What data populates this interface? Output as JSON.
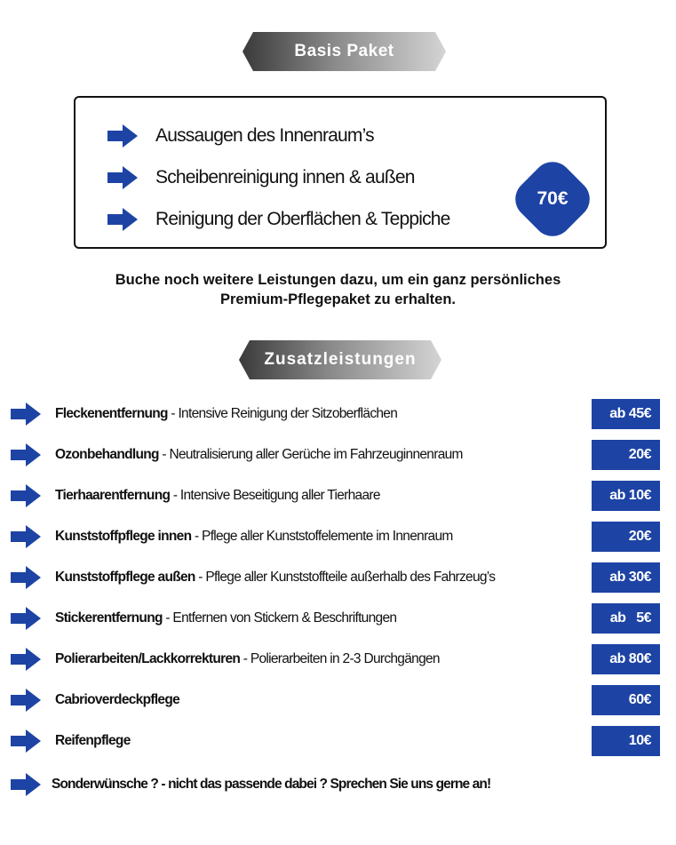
{
  "basis": {
    "title": "Basis Paket",
    "items": [
      "Aussaugen des Innenraum’s",
      "Scheibenreinigung innen & außen",
      "Reinigung der Oberflächen & Teppiche"
    ],
    "price": "70€"
  },
  "promo": {
    "line1": "Buche noch weitere Leistungen dazu, um ein ganz persönliches",
    "line2": "Premium-Pflegepaket zu erhalten."
  },
  "zusatz": {
    "title": "Zusatzleistungen",
    "items": [
      {
        "name": "Fleckenentfernung",
        "detail": " - Intensive Reinigung der Sitzoberflächen",
        "price": "ab 45€"
      },
      {
        "name": "Ozonbehandlung",
        "detail": " - Neutralisierung aller Gerüche im Fahrzeuginnenraum",
        "price": "20€"
      },
      {
        "name": "Tierhaarentfernung",
        "detail": "  - Intensive Beseitigung aller Tierhaare",
        "price": "ab 10€"
      },
      {
        "name": "Kunststoffpflege innen",
        "detail": " -  Pflege aller Kunststoffelemente  im Innenraum",
        "price": "20€"
      },
      {
        "name": "Kunststoffpflege außen",
        "detail": " - Pflege aller Kunststoffteile außerhalb des Fahrzeug’s",
        "price": "ab 30€"
      },
      {
        "name": "Stickerentfernung",
        "detail": " - Entfernen von Stickern & Beschriftungen",
        "price": "ab   5€"
      },
      {
        "name": "Polierarbeiten/Lackkorrekturen",
        "detail": " - Polierarbeiten in 2-3 Durchgängen",
        "price": "ab 80€"
      },
      {
        "name": "Cabrioverdeckpflege",
        "detail": "",
        "price": "60€"
      },
      {
        "name": "Reifenpflege",
        "detail": "",
        "price": "10€"
      }
    ],
    "special": "Sonderwünsche ? - nicht das passende dabei ? Sprechen Sie uns gerne an!"
  },
  "colors": {
    "accent": "#1d44a4",
    "text": "#111111"
  },
  "icons": {
    "bullet": "arrow-right-icon"
  }
}
